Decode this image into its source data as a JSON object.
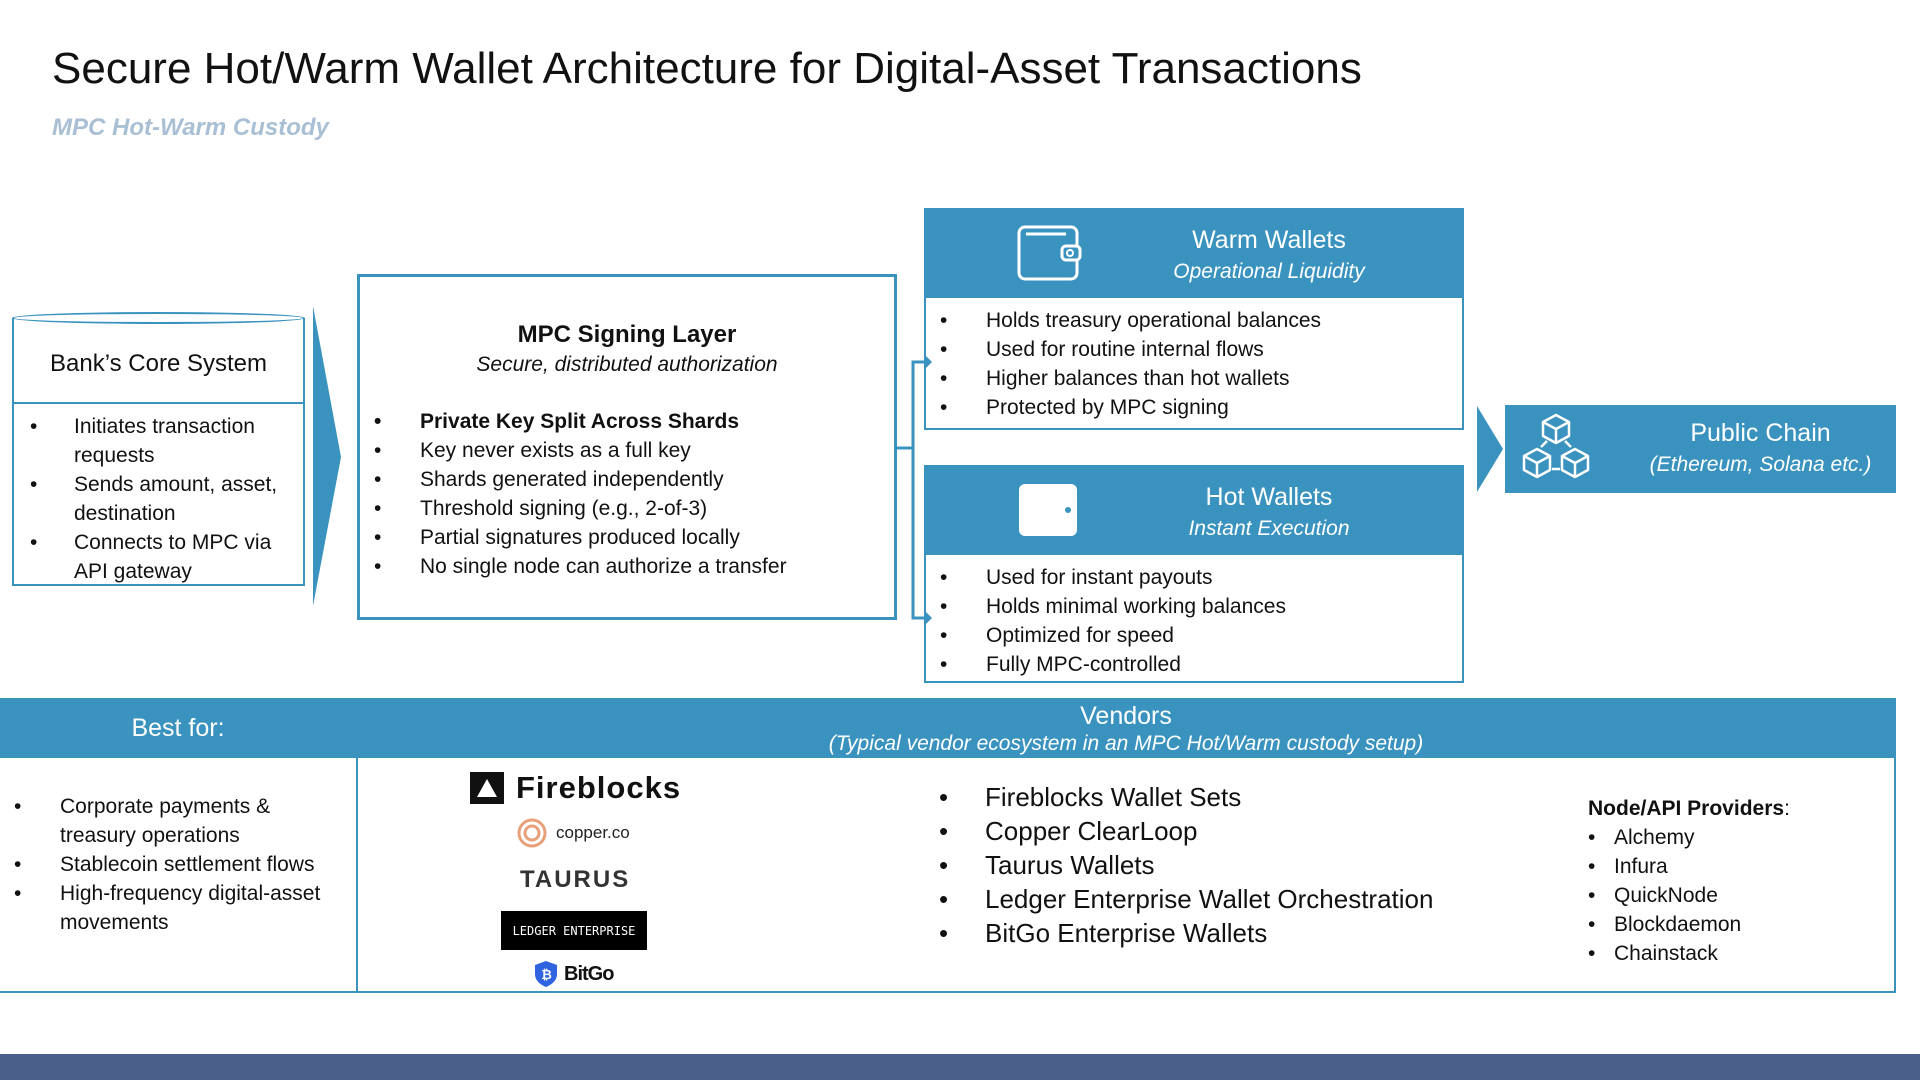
{
  "title": "Secure Hot/Warm Wallet Architecture for Digital-Asset Transactions",
  "subtitle": "MPC Hot-Warm Custody",
  "colors": {
    "accent": "#3a93bf",
    "subtitle": "#a9bfd4",
    "footer": "#4a5f8a"
  },
  "bank": {
    "title": "Bank’s Core System",
    "items": [
      "Initiates transaction requests",
      "Sends amount, asset, destination",
      "Connects to MPC via API gateway"
    ]
  },
  "mpc": {
    "title": "MPC Signing Layer",
    "subtitle": "Secure, distributed authorization",
    "items": [
      "Private Key Split Across Shards",
      "Key never exists as a full key",
      "Shards generated independently",
      "Threshold signing (e.g., 2-of-3)",
      "Partial signatures produced locally",
      "No single node can authorize a transfer"
    ]
  },
  "warm": {
    "title": "Warm Wallets",
    "subtitle": "Operational Liquidity",
    "icon": "wallet-icon",
    "items": [
      "Holds treasury operational balances",
      "Used for routine internal flows",
      "Higher balances than hot wallets",
      "Protected by MPC signing"
    ]
  },
  "hot": {
    "title": "Hot Wallets",
    "subtitle": "Instant Execution",
    "icon": "wallet-icon",
    "items": [
      "Used for instant payouts",
      "Holds minimal working balances",
      "Optimized for speed",
      "Fully MPC-controlled"
    ]
  },
  "chain": {
    "title": "Public Chain",
    "subtitle": "(Ethereum, Solana etc.)",
    "icon": "blockchain-cubes-icon"
  },
  "bestfor": {
    "title": "Best for:",
    "items": [
      "Corporate payments & treasury operations",
      "Stablecoin settlement flows",
      "High-frequency digital-asset movements"
    ]
  },
  "vendors": {
    "title": "Vendors",
    "subtitle": "(Typical vendor ecosystem in an MPC Hot/Warm custody setup)",
    "logos": {
      "fireblocks": "Fireblocks",
      "copper": "copper.co",
      "taurus": "TAURUS",
      "ledger": "LEDGER ENTERPRISE",
      "bitgo": "BitGo"
    },
    "items": [
      "Fireblocks Wallet Sets",
      "Copper ClearLoop",
      "Taurus Wallets",
      "Ledger Enterprise Wallet Orchestration",
      "BitGo Enterprise Wallets"
    ],
    "providers_title": "Node/API Providers",
    "providers": [
      "Alchemy",
      "Infura",
      "QuickNode",
      "Blockdaemon",
      "Chainstack"
    ]
  }
}
